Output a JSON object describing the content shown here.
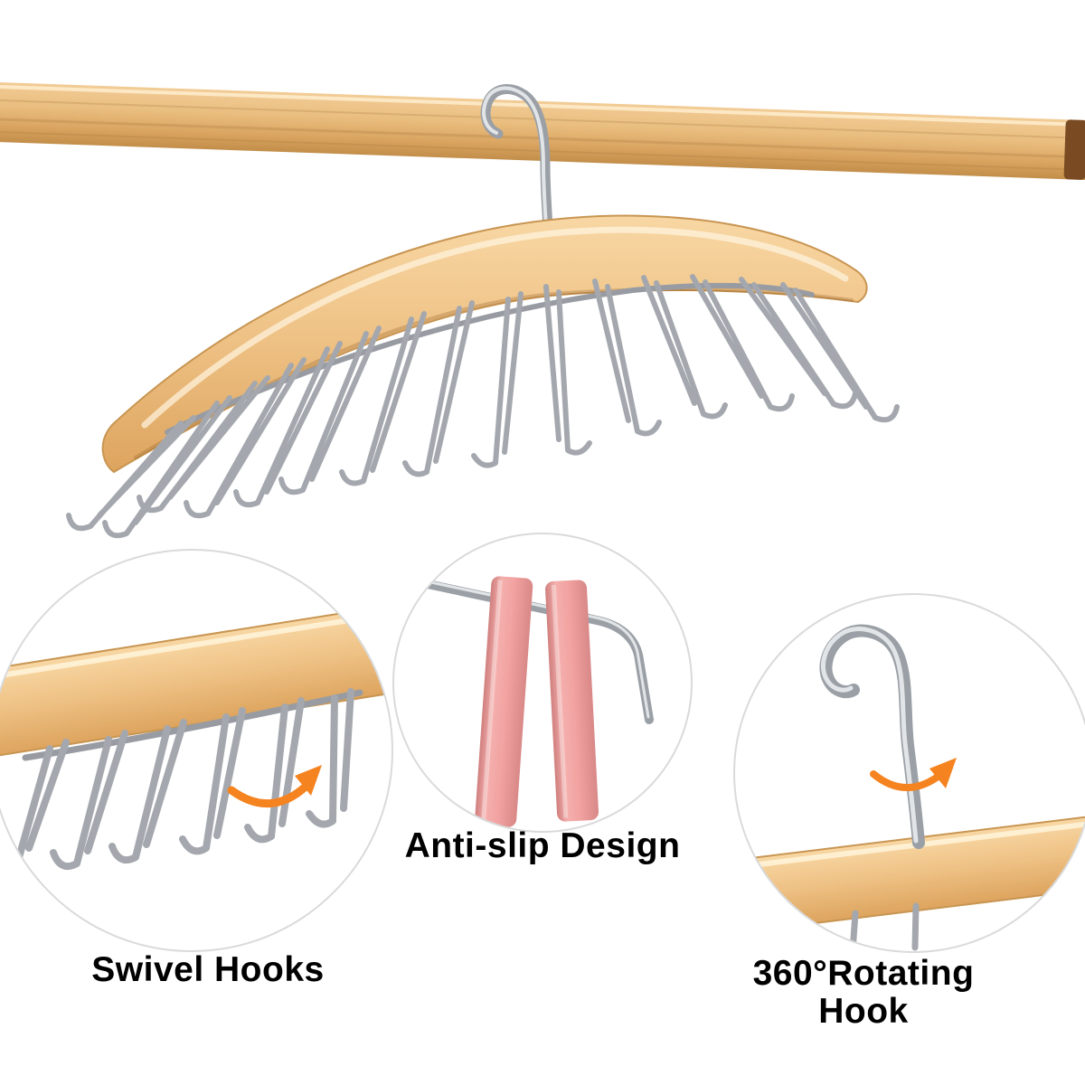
{
  "product_labels": {
    "swivel_hooks": "Swivel Hooks",
    "anti_slip": "Anti-slip Design",
    "rotating_line1": "360°Rotating",
    "rotating_line2": "Hook"
  },
  "colors": {
    "background": "#ffffff",
    "wood": "#eec287",
    "wood_light": "#f8d7a4",
    "wood_dark": "#c28e4a",
    "chrome": "#9aa0a6",
    "chrome_light": "#e2e5e8",
    "accent_orange": "#f5831f",
    "strap_pink": "#f2a3a1",
    "text": "#000000",
    "callout_ring": "#d9dadb"
  },
  "icons": {
    "swivel_arrow": "rotation-arrow-icon",
    "hook_arrow": "rotation-arrow-icon"
  }
}
